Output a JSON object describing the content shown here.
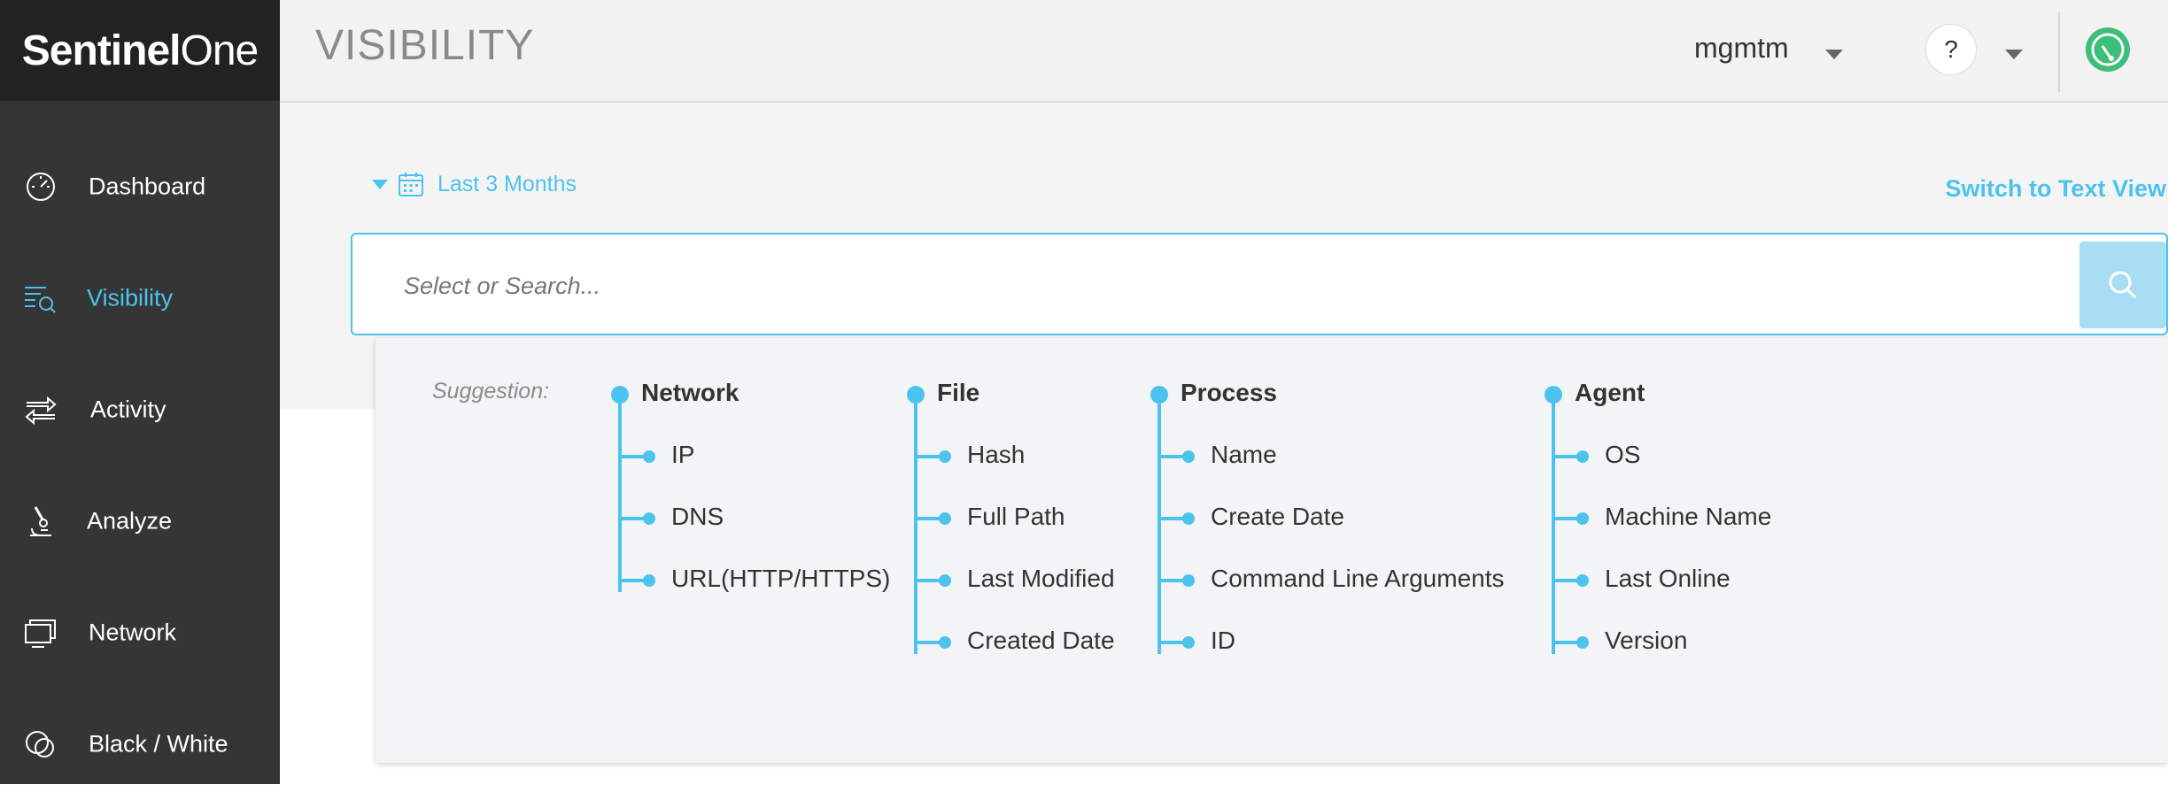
{
  "app": {
    "logo_bold": "Sentinel",
    "logo_regular": "One"
  },
  "sidebar": {
    "items": [
      {
        "label": "Dashboard",
        "icon": "speedometer-icon",
        "active": false
      },
      {
        "label": "Visibility",
        "icon": "list-search-icon",
        "active": true
      },
      {
        "label": "Activity",
        "icon": "arrows-exchange-icon",
        "active": false
      },
      {
        "label": "Analyze",
        "icon": "microscope-icon",
        "active": false
      },
      {
        "label": "Network",
        "icon": "monitors-icon",
        "active": false
      },
      {
        "label": "Black / White",
        "icon": "circles-icon",
        "active": false
      }
    ]
  },
  "header": {
    "title": "VISIBILITY",
    "user": "mgmtm",
    "help": "?",
    "status_icon": "shield-status-icon"
  },
  "filter": {
    "date_range": "Last 3 Months",
    "switch_view": "Switch to Text View"
  },
  "search": {
    "placeholder": "Select or Search..."
  },
  "suggestions": {
    "label": "Suggestion:",
    "groups": [
      {
        "title": "Network",
        "items": [
          "IP",
          "DNS",
          "URL(HTTP/HTTPS)"
        ]
      },
      {
        "title": "File",
        "items": [
          "Hash",
          "Full Path",
          "Last Modified",
          "Created Date"
        ]
      },
      {
        "title": "Process",
        "items": [
          "Name",
          "Create Date",
          "Command Line Arguments",
          "ID"
        ]
      },
      {
        "title": "Agent",
        "items": [
          "OS",
          "Machine Name",
          "Last Online",
          "Version"
        ]
      }
    ]
  },
  "colors": {
    "accent": "#4cc3ee",
    "sidebar_bg": "#353535",
    "logo_bg": "#222222",
    "status_green": "#3dbf7a"
  }
}
